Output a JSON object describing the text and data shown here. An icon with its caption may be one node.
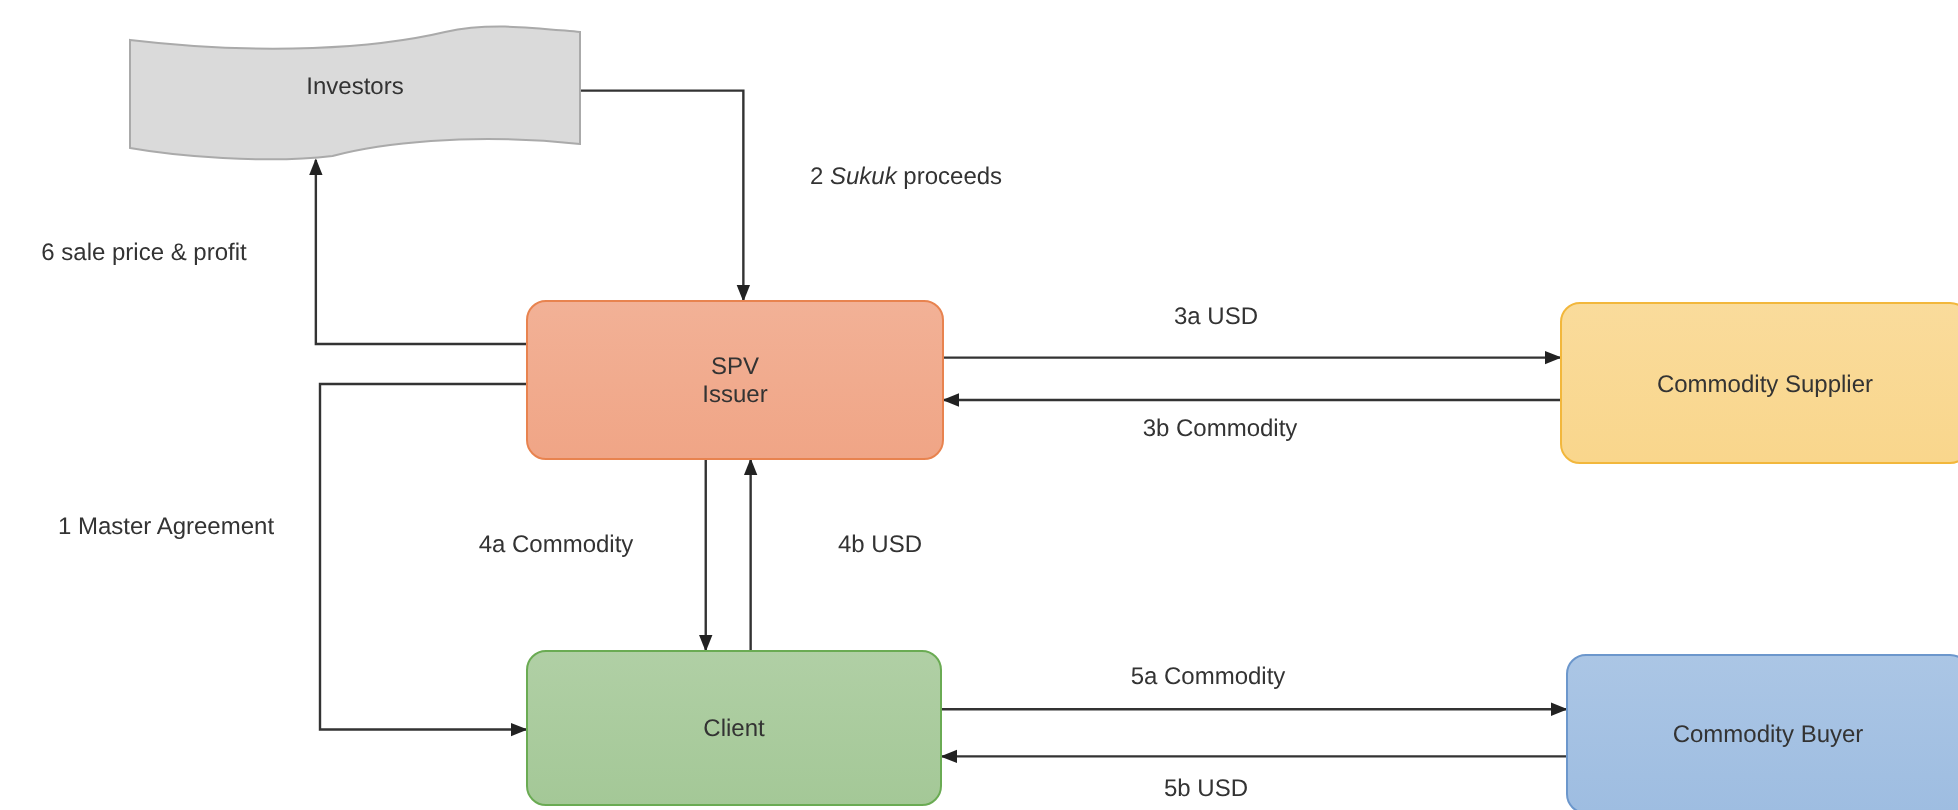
{
  "diagram": {
    "nodes": [
      {
        "text": [
          "Investors"
        ]
      },
      {
        "text": [
          "SPV Issuer"
        ]
      },
      {
        "text": [
          "Commodity Supplier"
        ]
      },
      {
        "text": [
          "Client"
        ]
      },
      {
        "text": [
          "Commodity Buyer"
        ]
      }
    ],
    "edges": [
      {
        "from": 0,
        "to": 1,
        "arrow": "to",
        "label": "2 *Sukuk* proceeds"
      },
      {
        "from": 1,
        "to": 0,
        "arrow": "to",
        "label": "6 sale price & profit"
      },
      {
        "from": 1,
        "to": 3,
        "arrow": "to",
        "label": "1 Master Agreement"
      },
      {
        "from": 1,
        "to": 2,
        "arrow": "to",
        "label": "3a USD"
      },
      {
        "from": 2,
        "to": 1,
        "arrow": "to",
        "label": "3b Commodity"
      },
      {
        "from": 1,
        "to": 3,
        "arrow": "to",
        "label": "4a Commodity"
      },
      {
        "from": 3,
        "to": 1,
        "arrow": "to",
        "label": "4b USD"
      },
      {
        "from": 3,
        "to": 4,
        "arrow": "to",
        "label": "5a Commodity"
      },
      {
        "from": 4,
        "to": 3,
        "arrow": "to",
        "label": "5b USD"
      }
    ]
  }
}
